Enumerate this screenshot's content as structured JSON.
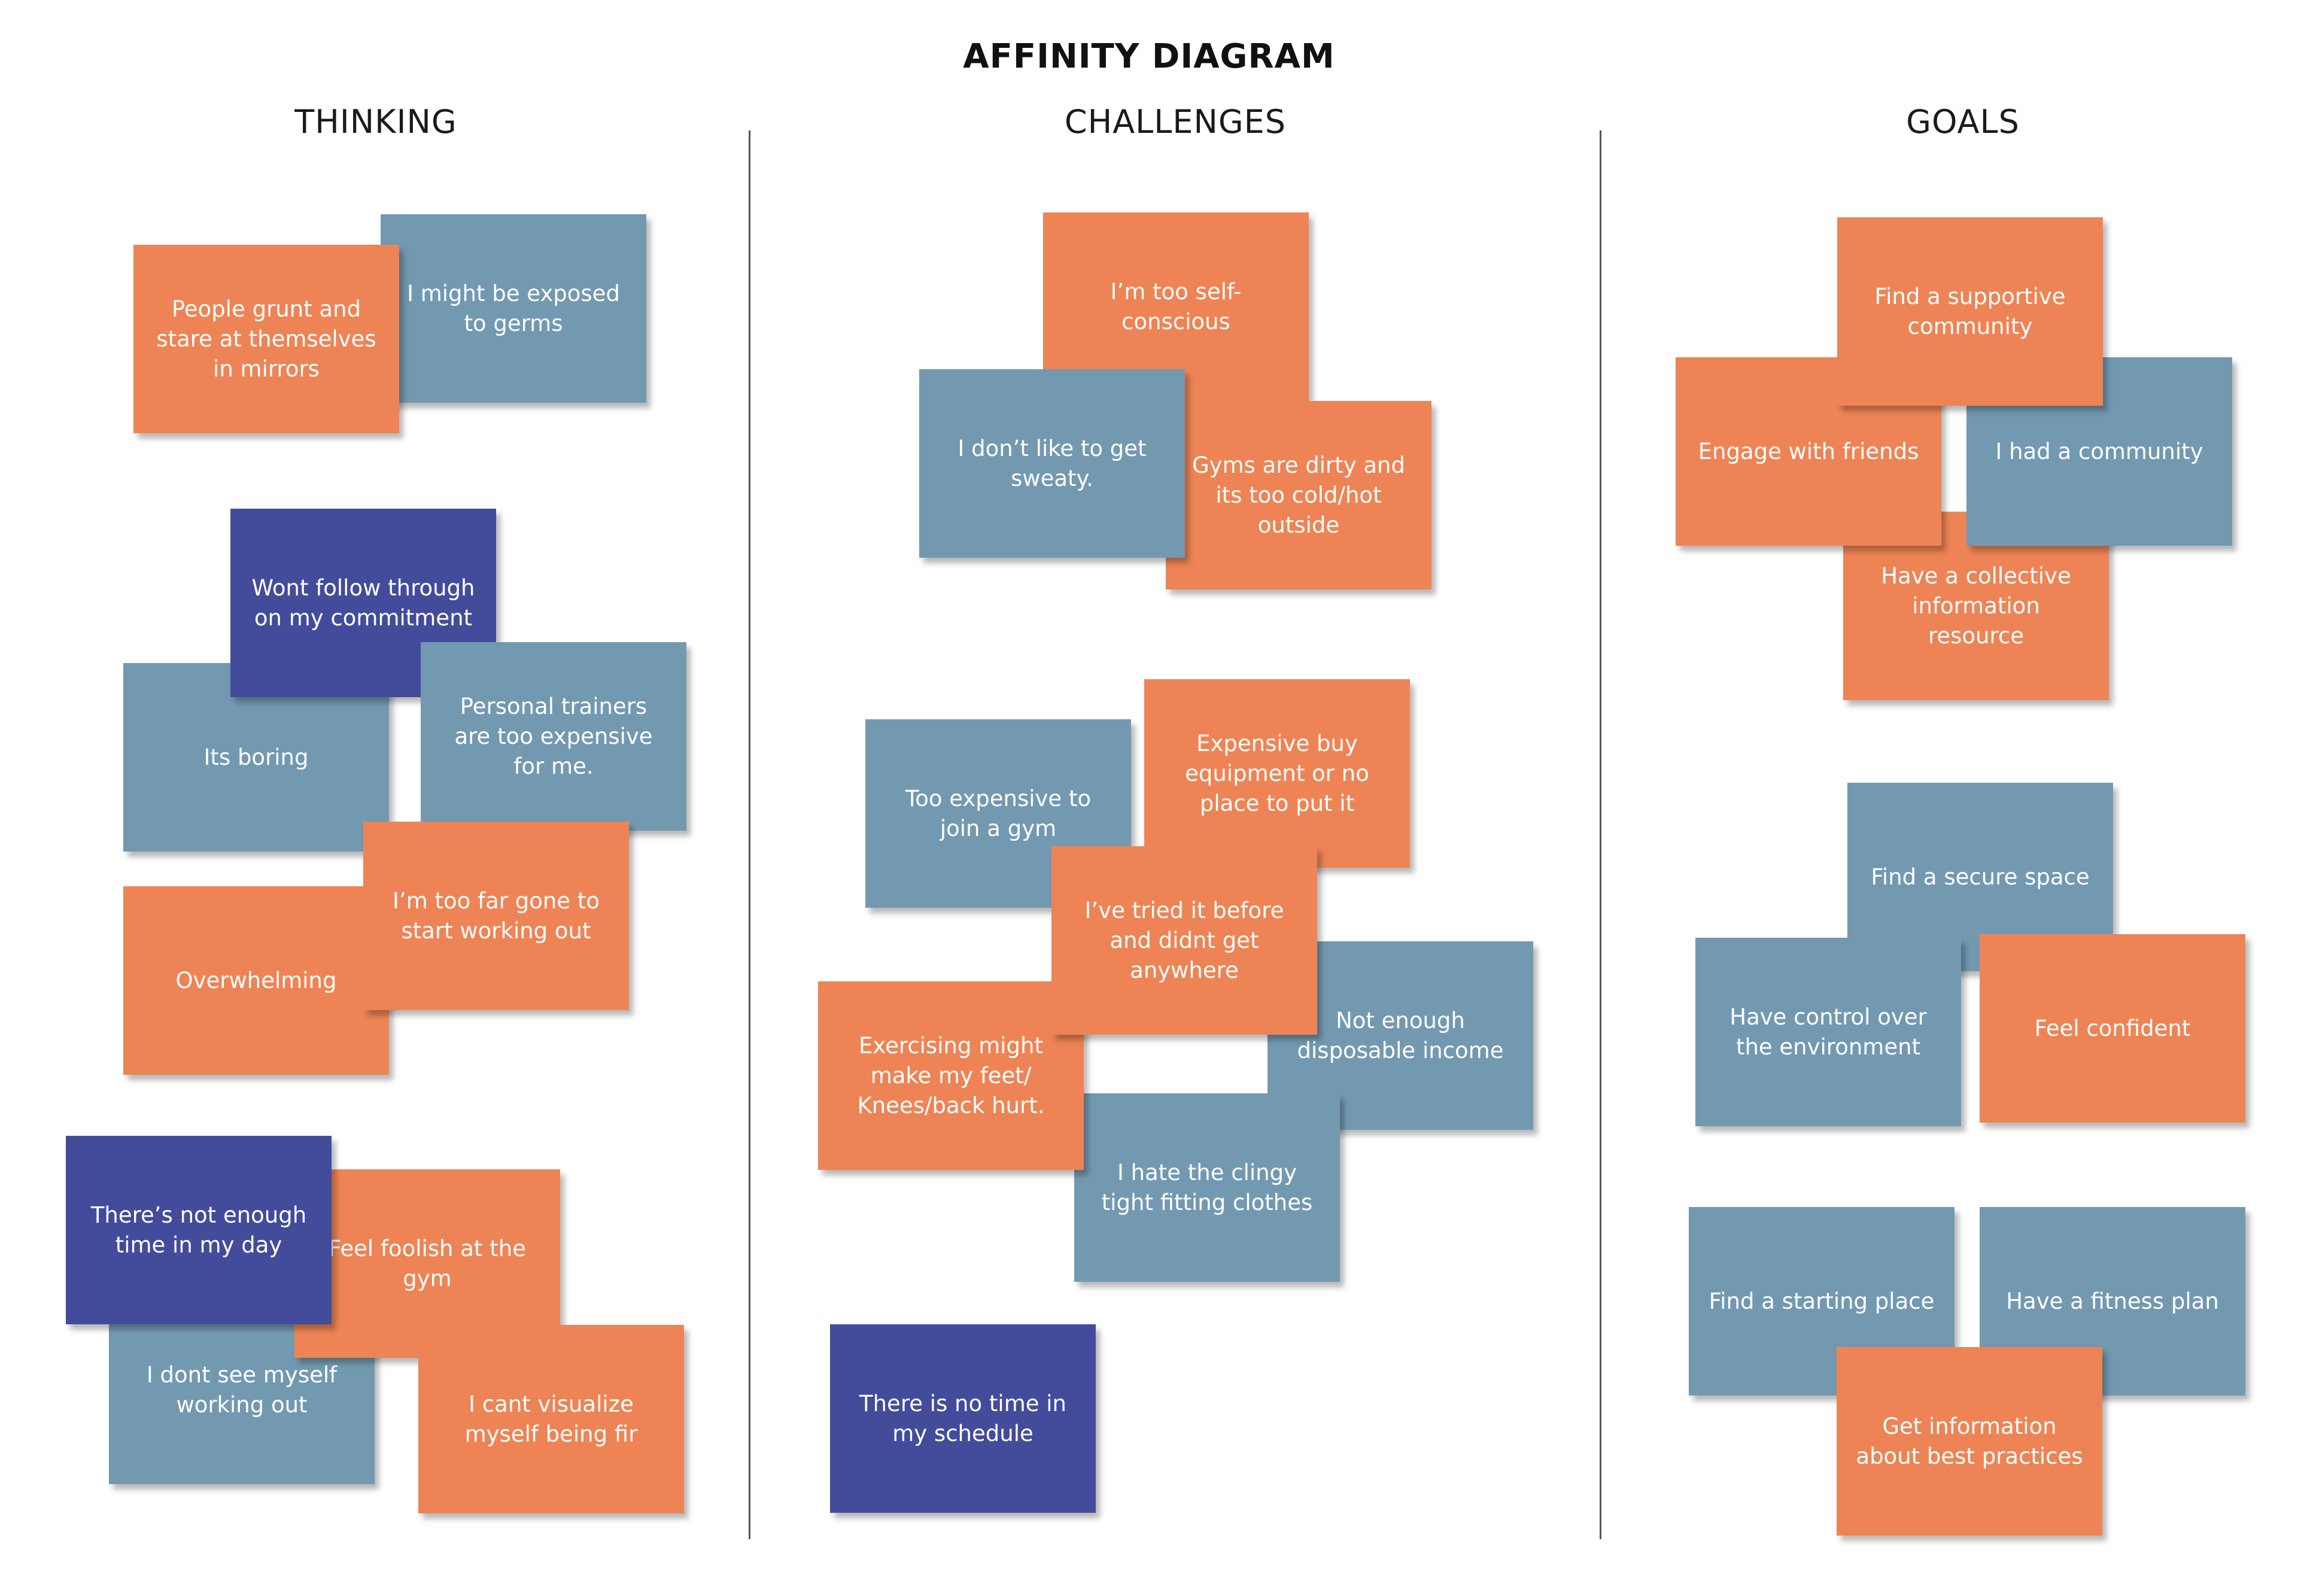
{
  "title": "AFFINITY DIAGRAM",
  "colors": {
    "orange": "#ee8455",
    "blue": "#7399b1",
    "navy": "#434c9b"
  },
  "columns": [
    {
      "heading": "THINKING",
      "notes": [
        {
          "text": "I might be exposed to germs",
          "color": "blue"
        },
        {
          "text": "People grunt and stare at themselves in mirrors",
          "color": "orange"
        },
        {
          "text": "Its boring",
          "color": "blue"
        },
        {
          "text": "Wont follow through on my commitment",
          "color": "navy"
        },
        {
          "text": "Personal trainers are too expensive for me.",
          "color": "blue"
        },
        {
          "text": "Overwhelming",
          "color": "orange"
        },
        {
          "text": "I’m too far gone to start working out",
          "color": "orange"
        },
        {
          "text": "I dont see myself working out",
          "color": "blue"
        },
        {
          "text": "Feel foolish at the gym",
          "color": "orange"
        },
        {
          "text": "There’s not enough time in my day",
          "color": "navy"
        },
        {
          "text": "I cant visualize myself being fir",
          "color": "orange"
        }
      ]
    },
    {
      "heading": "CHALLENGES",
      "notes": [
        {
          "text": "I’m too self-conscious",
          "color": "orange"
        },
        {
          "text": "Gyms are dirty and its too cold/hot outside",
          "color": "orange"
        },
        {
          "text": "I don’t like to get sweaty.",
          "color": "blue"
        },
        {
          "text": "Too expensive to join a gym",
          "color": "blue"
        },
        {
          "text": "Expensive buy equipment or no place to put it",
          "color": "orange"
        },
        {
          "text": "Not enough disposable income",
          "color": "blue"
        },
        {
          "text": "I hate the clingy tight fitting clothes",
          "color": "blue"
        },
        {
          "text": "Exercising might make my feet/ Knees/back hurt.",
          "color": "orange"
        },
        {
          "text": "I’ve tried it before and didnt get anywhere",
          "color": "orange"
        },
        {
          "text": "There is no time in my schedule",
          "color": "navy"
        }
      ]
    },
    {
      "heading": "GOALS",
      "notes": [
        {
          "text": "Have a collective information resource",
          "color": "orange"
        },
        {
          "text": "Engage with friends",
          "color": "orange"
        },
        {
          "text": "I had a community",
          "color": "blue"
        },
        {
          "text": "Find a supportive community",
          "color": "orange"
        },
        {
          "text": "Find a secure space",
          "color": "blue"
        },
        {
          "text": "Have control over the environment",
          "color": "blue"
        },
        {
          "text": "Feel confident",
          "color": "orange"
        },
        {
          "text": "Find a starting place",
          "color": "blue"
        },
        {
          "text": "Have a fitness plan",
          "color": "blue"
        },
        {
          "text": "Get information about best practices",
          "color": "orange"
        }
      ]
    }
  ]
}
